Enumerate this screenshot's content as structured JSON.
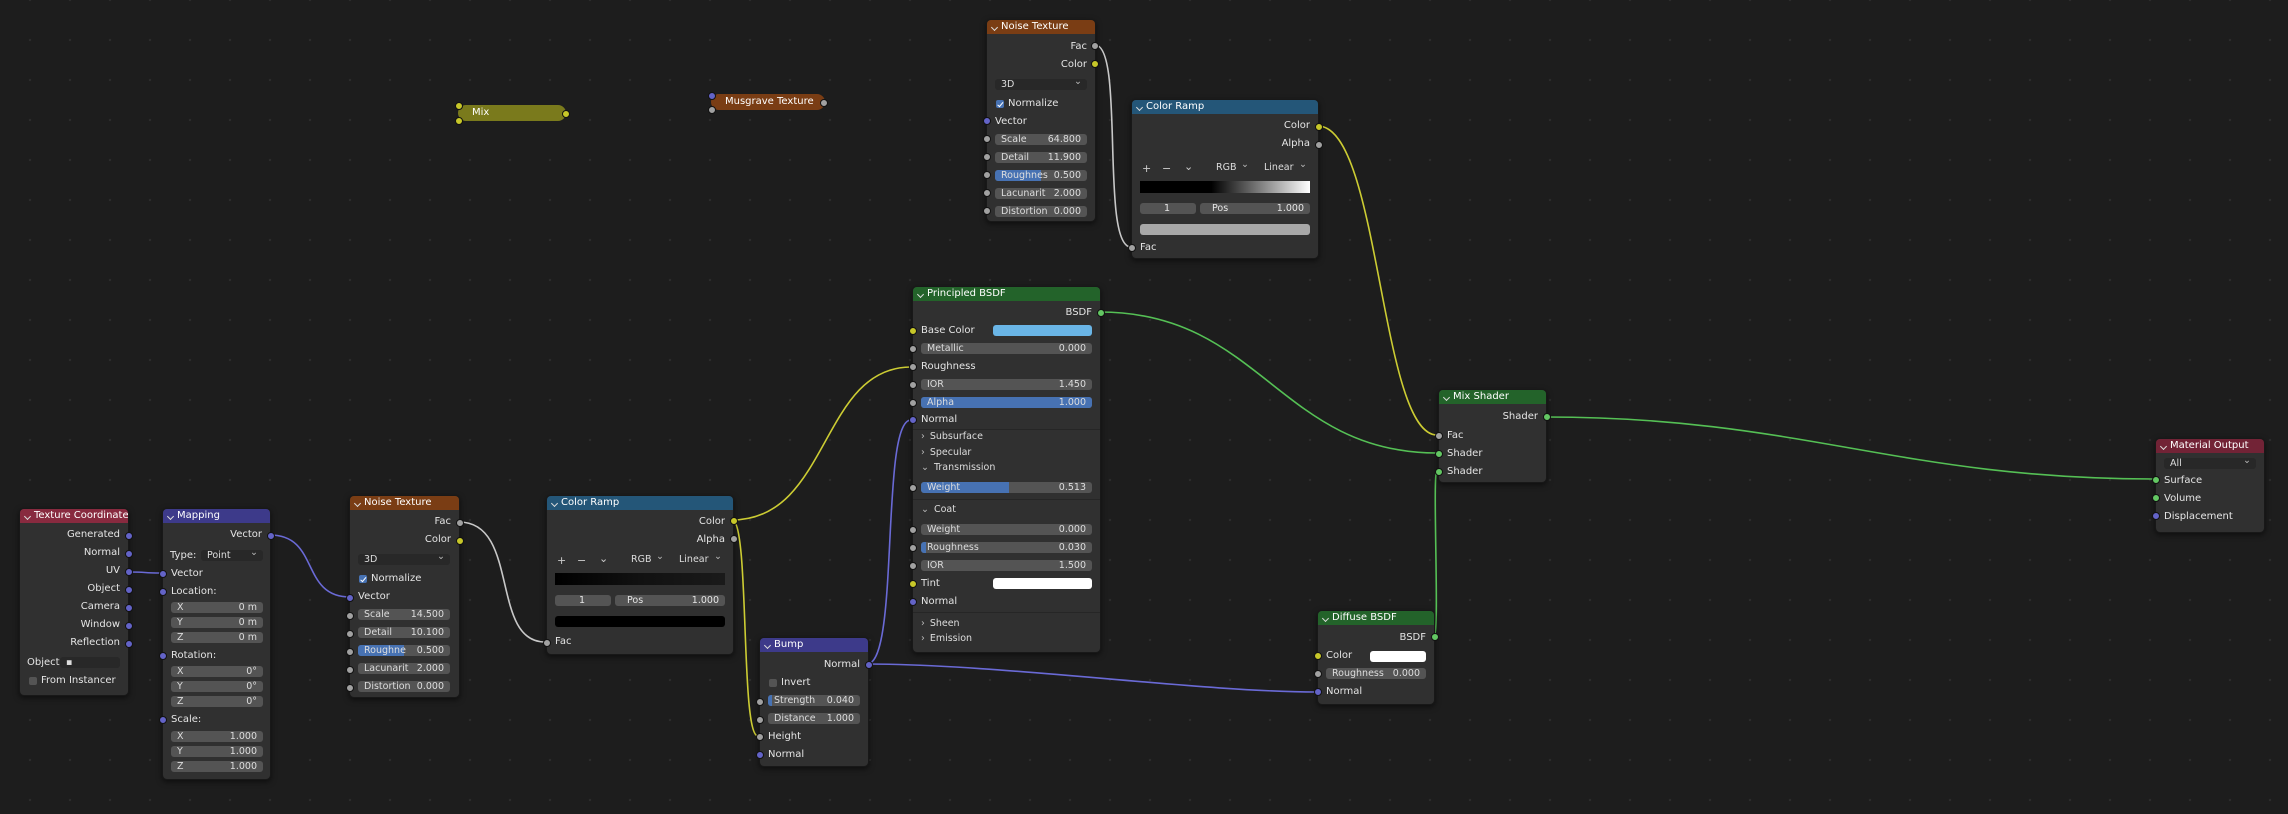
{
  "colors": {
    "texture_header": "#7a3d14",
    "converter_header": "#245678",
    "shader_header": "#23632a",
    "vector_header": "#3d3a8a",
    "input_header": "#882a3f",
    "output_header": "#722336",
    "socket_color": "#c7c729",
    "socket_float": "#a1a1a1",
    "socket_vector": "#6363c7",
    "socket_shader": "#63c763",
    "link_float": "#c8c8c8",
    "link_color": "#cccc33",
    "link_vector": "#6a6ad6",
    "link_shader": "#55c055",
    "base_color": "#6ab5e6"
  },
  "collapsed": {
    "mix": "Mix",
    "musgrave": "Musgrave Texture"
  },
  "noise_top": {
    "title": "Noise Texture",
    "out_fac": "Fac",
    "out_color": "Color",
    "dimension": "3D",
    "normalize": "Normalize",
    "in_vector": "Vector",
    "fields": [
      {
        "label": "Scale",
        "value": "64.800"
      },
      {
        "label": "Detail",
        "value": "11.900"
      },
      {
        "label": "Roughnes",
        "value": "0.500",
        "fill": 0.5
      },
      {
        "label": "Lacunarit",
        "value": "2.000"
      },
      {
        "label": "Distortion",
        "value": "0.000"
      }
    ]
  },
  "ramp_top": {
    "title": "Color Ramp",
    "out_color": "Color",
    "out_alpha": "Alpha",
    "mode": "RGB",
    "interp": "Linear",
    "index": "1",
    "pos_label": "Pos",
    "pos_value": "1.000",
    "in_fac": "Fac",
    "add": "+",
    "remove": "−"
  },
  "principled": {
    "title": "Principled BSDF",
    "out_bsdf": "BSDF",
    "base_color": "Base Color",
    "metallic": "Metallic",
    "metallic_v": "0.000",
    "roughness": "Roughness",
    "ior": "IOR",
    "ior_v": "1.450",
    "alpha": "Alpha",
    "alpha_v": "1.000",
    "normal": "Normal",
    "subsurface": "Subsurface",
    "specular": "Specular",
    "transmission": "Transmission",
    "weight": "Weight",
    "weight_v": "0.513",
    "coat": "Coat",
    "coat_weight": "Weight",
    "coat_weight_v": "0.000",
    "coat_rough": "Roughness",
    "coat_rough_v": "0.030",
    "coat_ior": "IOR",
    "coat_ior_v": "1.500",
    "tint": "Tint",
    "coat_normal": "Normal",
    "sheen": "Sheen",
    "emission": "Emission"
  },
  "mix_shader": {
    "title": "Mix Shader",
    "out": "Shader",
    "fac": "Fac",
    "shader1": "Shader",
    "shader2": "Shader"
  },
  "output": {
    "title": "Material Output",
    "target": "All",
    "surface": "Surface",
    "volume": "Volume",
    "displacement": "Displacement"
  },
  "texcoord": {
    "title": "Texture Coordinate",
    "outs": [
      "Generated",
      "Normal",
      "UV",
      "Object",
      "Camera",
      "Window",
      "Reflection"
    ],
    "object_label": "Object:",
    "from_instancer": "From Instancer"
  },
  "mapping": {
    "title": "Mapping",
    "out": "Vector",
    "type_label": "Type:",
    "type": "Point",
    "in_vector": "Vector",
    "location": "Location:",
    "rotation": "Rotation:",
    "scale": "Scale:",
    "loc": [
      {
        "a": "X",
        "v": "0 m"
      },
      {
        "a": "Y",
        "v": "0 m"
      },
      {
        "a": "Z",
        "v": "0 m"
      }
    ],
    "rot": [
      {
        "a": "X",
        "v": "0°"
      },
      {
        "a": "Y",
        "v": "0°"
      },
      {
        "a": "Z",
        "v": "0°"
      }
    ],
    "scl": [
      {
        "a": "X",
        "v": "1.000"
      },
      {
        "a": "Y",
        "v": "1.000"
      },
      {
        "a": "Z",
        "v": "1.000"
      }
    ]
  },
  "noise_low": {
    "title": "Noise Texture",
    "out_fac": "Fac",
    "out_color": "Color",
    "dimension": "3D",
    "normalize": "Normalize",
    "in_vector": "Vector",
    "fields": [
      {
        "label": "Scale",
        "value": "14.500"
      },
      {
        "label": "Detail",
        "value": "10.100"
      },
      {
        "label": "Roughne",
        "value": "0.500",
        "fill": 0.5
      },
      {
        "label": "Lacunarit",
        "value": "2.000"
      },
      {
        "label": "Distortion",
        "value": "0.000"
      }
    ]
  },
  "ramp_low": {
    "title": "Color Ramp",
    "out_color": "Color",
    "out_alpha": "Alpha",
    "mode": "RGB",
    "interp": "Linear",
    "index": "1",
    "pos_label": "Pos",
    "pos_value": "1.000",
    "in_fac": "Fac",
    "add": "+",
    "remove": "−"
  },
  "bump": {
    "title": "Bump",
    "out": "Normal",
    "invert": "Invert",
    "strength": "Strength",
    "strength_v": "0.040",
    "distance": "Distance",
    "distance_v": "1.000",
    "height": "Height",
    "normal": "Normal"
  },
  "diffuse": {
    "title": "Diffuse BSDF",
    "out": "BSDF",
    "color": "Color",
    "roughness": "Roughness",
    "roughness_v": "0.000",
    "normal": "Normal"
  }
}
